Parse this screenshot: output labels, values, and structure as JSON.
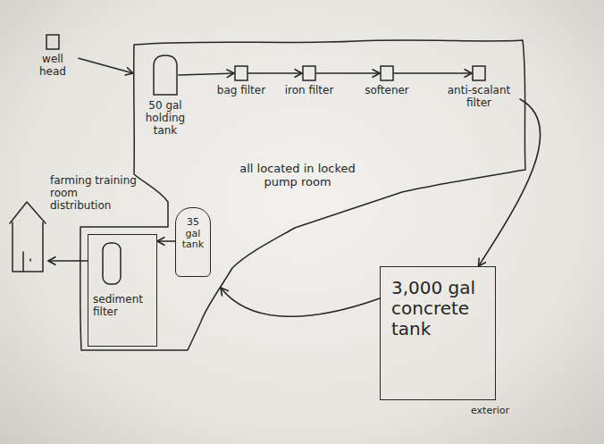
{
  "diagram": {
    "nodes": [
      {
        "text": [
          "well head"
        ]
      },
      {
        "text": [
          "all located in locked pump room"
        ]
      },
      {
        "text": [
          "50 gal holding tank"
        ],
        "in": 1
      },
      {
        "text": [
          "bag filter"
        ],
        "in": 1
      },
      {
        "text": [
          "iron filter"
        ],
        "in": 1
      },
      {
        "text": [
          "softener"
        ],
        "in": 1
      },
      {
        "text": [
          "anti-scalant filter"
        ],
        "in": 1
      },
      {
        "text": [
          "3,000 gal concrete tank",
          "exterior"
        ]
      },
      {
        "text": [
          "35 gal tank"
        ],
        "in": 1
      },
      {
        "text": [
          "sediment filter"
        ],
        "in": 1
      },
      {
        "text": [
          "farming training room distribution"
        ]
      }
    ],
    "edges": [
      {
        "from": 0,
        "to": 1,
        "arrow": "to"
      },
      {
        "from": 2,
        "to": 3,
        "arrow": "to"
      },
      {
        "from": 3,
        "to": 4,
        "arrow": "to"
      },
      {
        "from": 4,
        "to": 5,
        "arrow": "to"
      },
      {
        "from": 5,
        "to": 6,
        "arrow": "to"
      },
      {
        "from": 6,
        "to": 7,
        "arrow": "to"
      },
      {
        "from": 7,
        "to": 1,
        "arrow": "to"
      },
      {
        "from": 8,
        "to": 9,
        "arrow": "to"
      },
      {
        "from": 9,
        "to": 10,
        "arrow": "to"
      }
    ]
  }
}
